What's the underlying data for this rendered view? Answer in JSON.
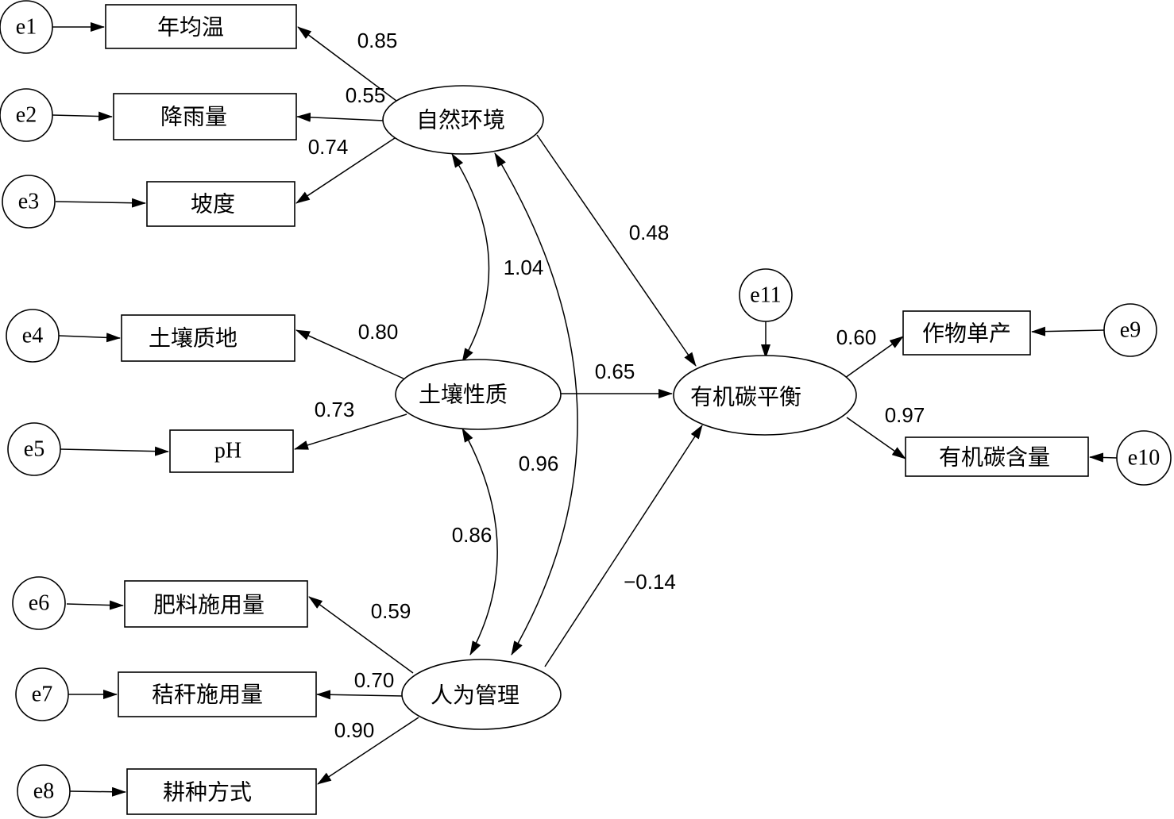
{
  "latents": {
    "natural": "自然环境",
    "soil": "土壤性质",
    "human": "人为管理",
    "carbon": "有机碳平衡"
  },
  "indicators": {
    "temp": "年均温",
    "rain": "降雨量",
    "slope": "坡度",
    "texture": "土壤质地",
    "ph": "pH",
    "fert": "肥料施用量",
    "straw": "秸秆施用量",
    "tillage": "耕种方式",
    "yield": "作物单产",
    "soc": "有机碳含量"
  },
  "errors": {
    "e1": "e1",
    "e2": "e2",
    "e3": "e3",
    "e4": "e4",
    "e5": "e5",
    "e6": "e6",
    "e7": "e7",
    "e8": "e8",
    "e9": "e9",
    "e10": "e10",
    "e11": "e11"
  },
  "coefficients": {
    "natural_temp": "0.85",
    "natural_rain": "0.55",
    "natural_slope": "0.74",
    "soil_texture": "0.80",
    "soil_ph": "0.73",
    "human_fert": "0.59",
    "human_straw": "0.70",
    "human_tillage": "0.90",
    "natural_carbon": "0.48",
    "soil_carbon": "0.65",
    "human_carbon": "−0.14",
    "carbon_yield": "0.60",
    "carbon_soc": "0.97",
    "cov_natural_soil": "1.04",
    "cov_natural_human": "0.96",
    "cov_soil_human": "0.86"
  }
}
